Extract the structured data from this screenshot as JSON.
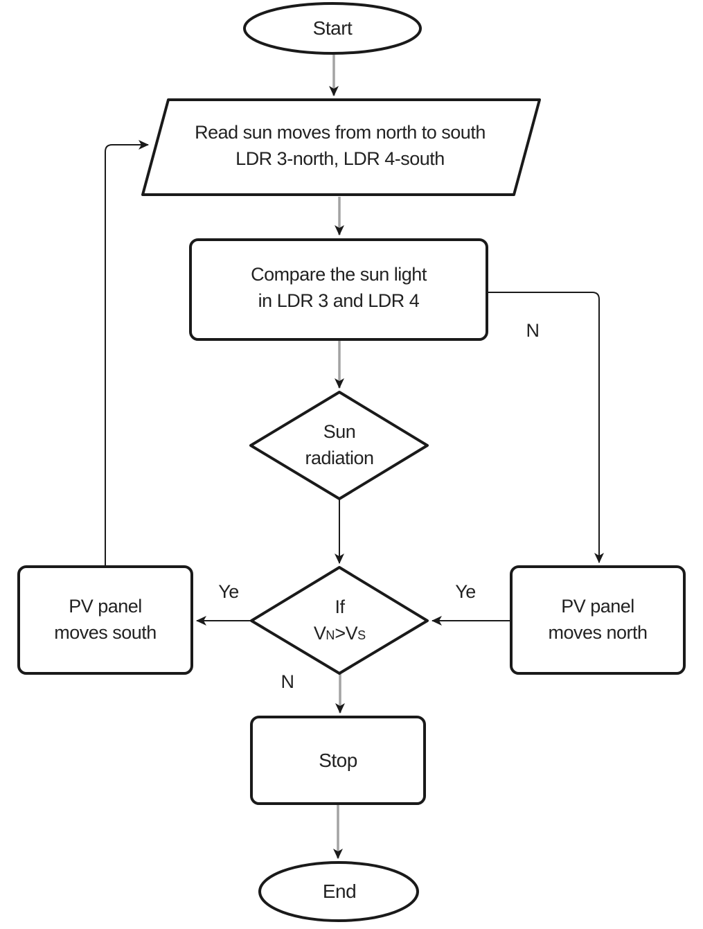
{
  "colors": {
    "background": "#ffffff",
    "shape_stroke": "#1a1a1a",
    "connector_gray": "#a3a3a3",
    "text": "#222222"
  },
  "nodes": {
    "start": {
      "label": "Start"
    },
    "read_input": {
      "label": "Read sun moves from north to south\nLDR 3-north, LDR 4-south"
    },
    "compare": {
      "label": "Compare the sun light\nin LDR 3 and LDR 4"
    },
    "sun_radiation": {
      "label": "Sun\nradiation"
    },
    "if_decision": {
      "line1": "If",
      "formula": {
        "var1": "V",
        "sub1": "N",
        "operator": ">",
        "var2": "V",
        "sub2": "S"
      }
    },
    "pv_moves_south": {
      "label": "PV panel\nmoves south"
    },
    "pv_moves_north": {
      "label": "PV panel\nmoves north"
    },
    "stop": {
      "label": "Stop"
    },
    "end": {
      "label": "End"
    }
  },
  "edge_labels": {
    "compare_no": "N",
    "yes_left": "Ye",
    "yes_right": "Ye",
    "if_no": "N"
  }
}
